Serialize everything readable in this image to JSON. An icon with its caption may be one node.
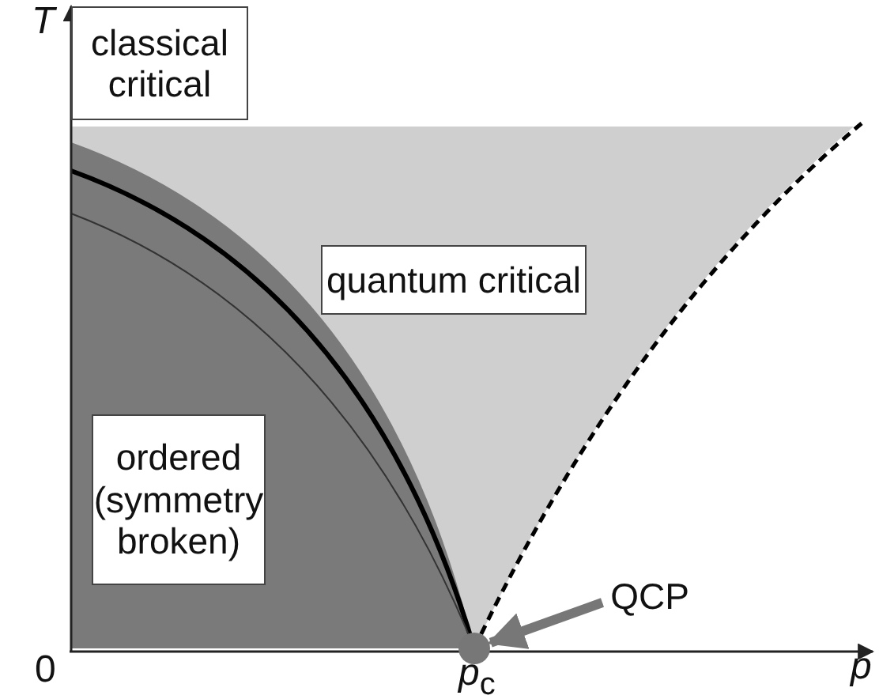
{
  "diagram": {
    "nodes": [
      {
        "text": [
          "classical critical"
        ]
      },
      {
        "text": [
          "quantum critical"
        ]
      },
      {
        "text": [
          "ordered (symmetry broken)"
        ]
      },
      {
        "text": [
          "QCP"
        ]
      },
      {
        "text": [],
        "shape": "circle"
      }
    ],
    "edges": [
      {
        "from": 3,
        "to": 4,
        "arrow": "to"
      }
    ],
    "labels": [
      "T",
      "0",
      "*p*$_{c}$",
      "p"
    ]
  }
}
